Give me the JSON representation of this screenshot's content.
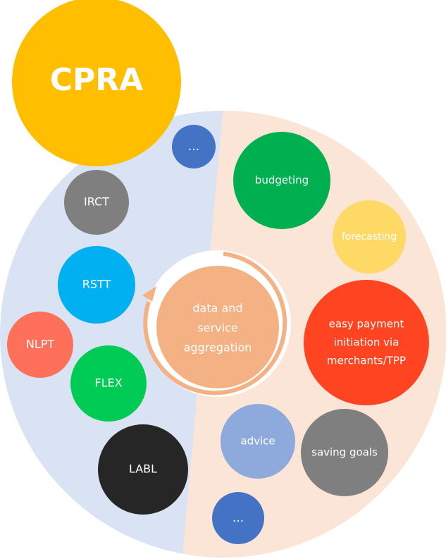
{
  "title": "CPRA",
  "left_items": [
    "...",
    "IRCT",
    "RSTT",
    "NLPT",
    "FLEX",
    "LABL"
  ],
  "right_items": [
    "budgeting",
    "forecasting",
    "easy payment initiation via merchants/TPP",
    "advice",
    "saving goals",
    "..."
  ],
  "center": "data and service aggregation",
  "colors": {
    "title_bg": "#FFBF00",
    "left_half": "#DAE3F3",
    "right_half": "#FBE5D6",
    "center_fill": "#F4B183",
    "center_ring": "#F4B183",
    "ellipsis": "#4472C4",
    "irct": "#7F7F7F",
    "rstt": "#00B0F0",
    "nlpt": "#FF705A",
    "flex": "#00CC55",
    "labl": "#262626",
    "budgeting": "#00B050",
    "forecasting": "#FFD966",
    "easy_payment": "#FF4422",
    "advice": "#8EA9DB",
    "saving_goals": "#7F7F7F"
  }
}
